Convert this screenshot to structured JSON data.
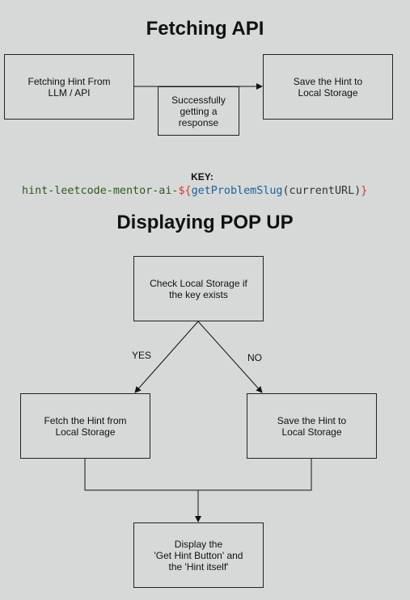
{
  "section1": {
    "title": "Fetching API",
    "nodes": {
      "fetch_hint": "Fetching Hint From\nLLM / API",
      "success": "Successfully\ngetting a\nresponse",
      "save_hint": "Save the Hint to\nLocal Storage"
    }
  },
  "key": {
    "label": "KEY:",
    "code": {
      "prefix": "hint-leetcode-mentor-ai-",
      "tpl_open": "${",
      "fn": "getProblemSlug",
      "paren_open": "(",
      "arg": "currentURL",
      "paren_close": ")",
      "tpl_close": "}"
    }
  },
  "section2": {
    "title": "Displaying POP UP",
    "nodes": {
      "check": "Check Local Storage if\nthe key exists",
      "fetch_local": "Fetch the Hint from\nLocal Storage",
      "save_local": "Save the Hint to\nLocal Storage",
      "display": "Display the\n'Get Hint Button' and\nthe 'Hint itself'"
    },
    "edges": {
      "yes": "YES",
      "no": "NO"
    }
  },
  "colors": {
    "background": "#d6d9d8",
    "stroke": "#222222",
    "code_string": "#2e5a1c",
    "code_template": "#d33a3a",
    "code_function": "#1d5f9a"
  }
}
